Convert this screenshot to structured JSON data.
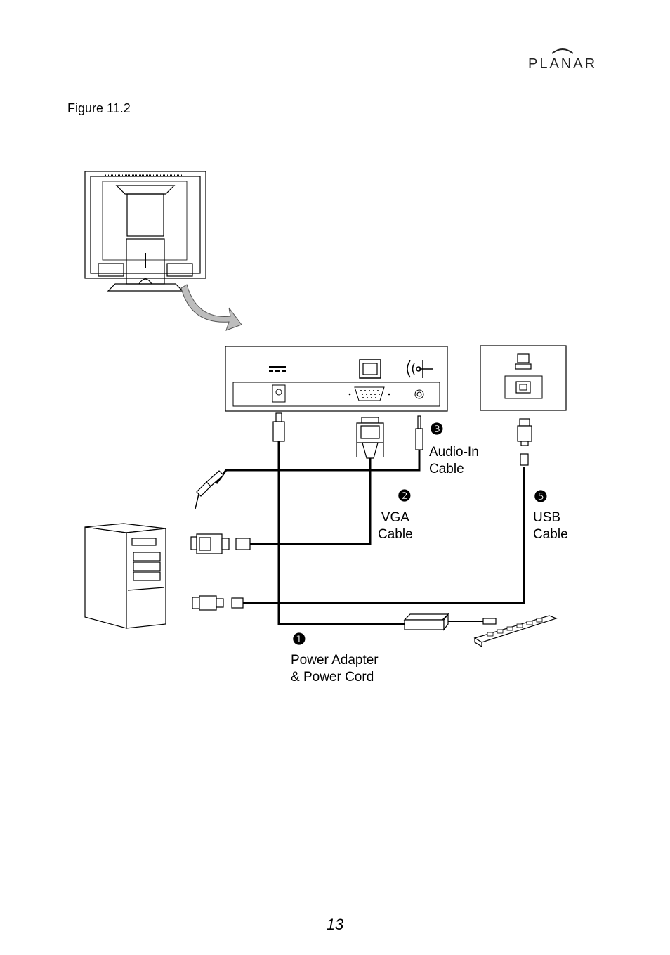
{
  "header": {
    "brand": "PLANAR"
  },
  "figure": {
    "caption": "Figure 11.2"
  },
  "callouts": {
    "power": {
      "number": "❶",
      "label": "Power Adapter\n& Power Cord"
    },
    "vga": {
      "number": "❷",
      "label": "VGA\nCable"
    },
    "audio": {
      "number": "❸",
      "label": "Audio-In\nCable"
    },
    "usb": {
      "number": "❺",
      "label": "USB\nCable"
    }
  },
  "footer": {
    "page_number": "13"
  }
}
